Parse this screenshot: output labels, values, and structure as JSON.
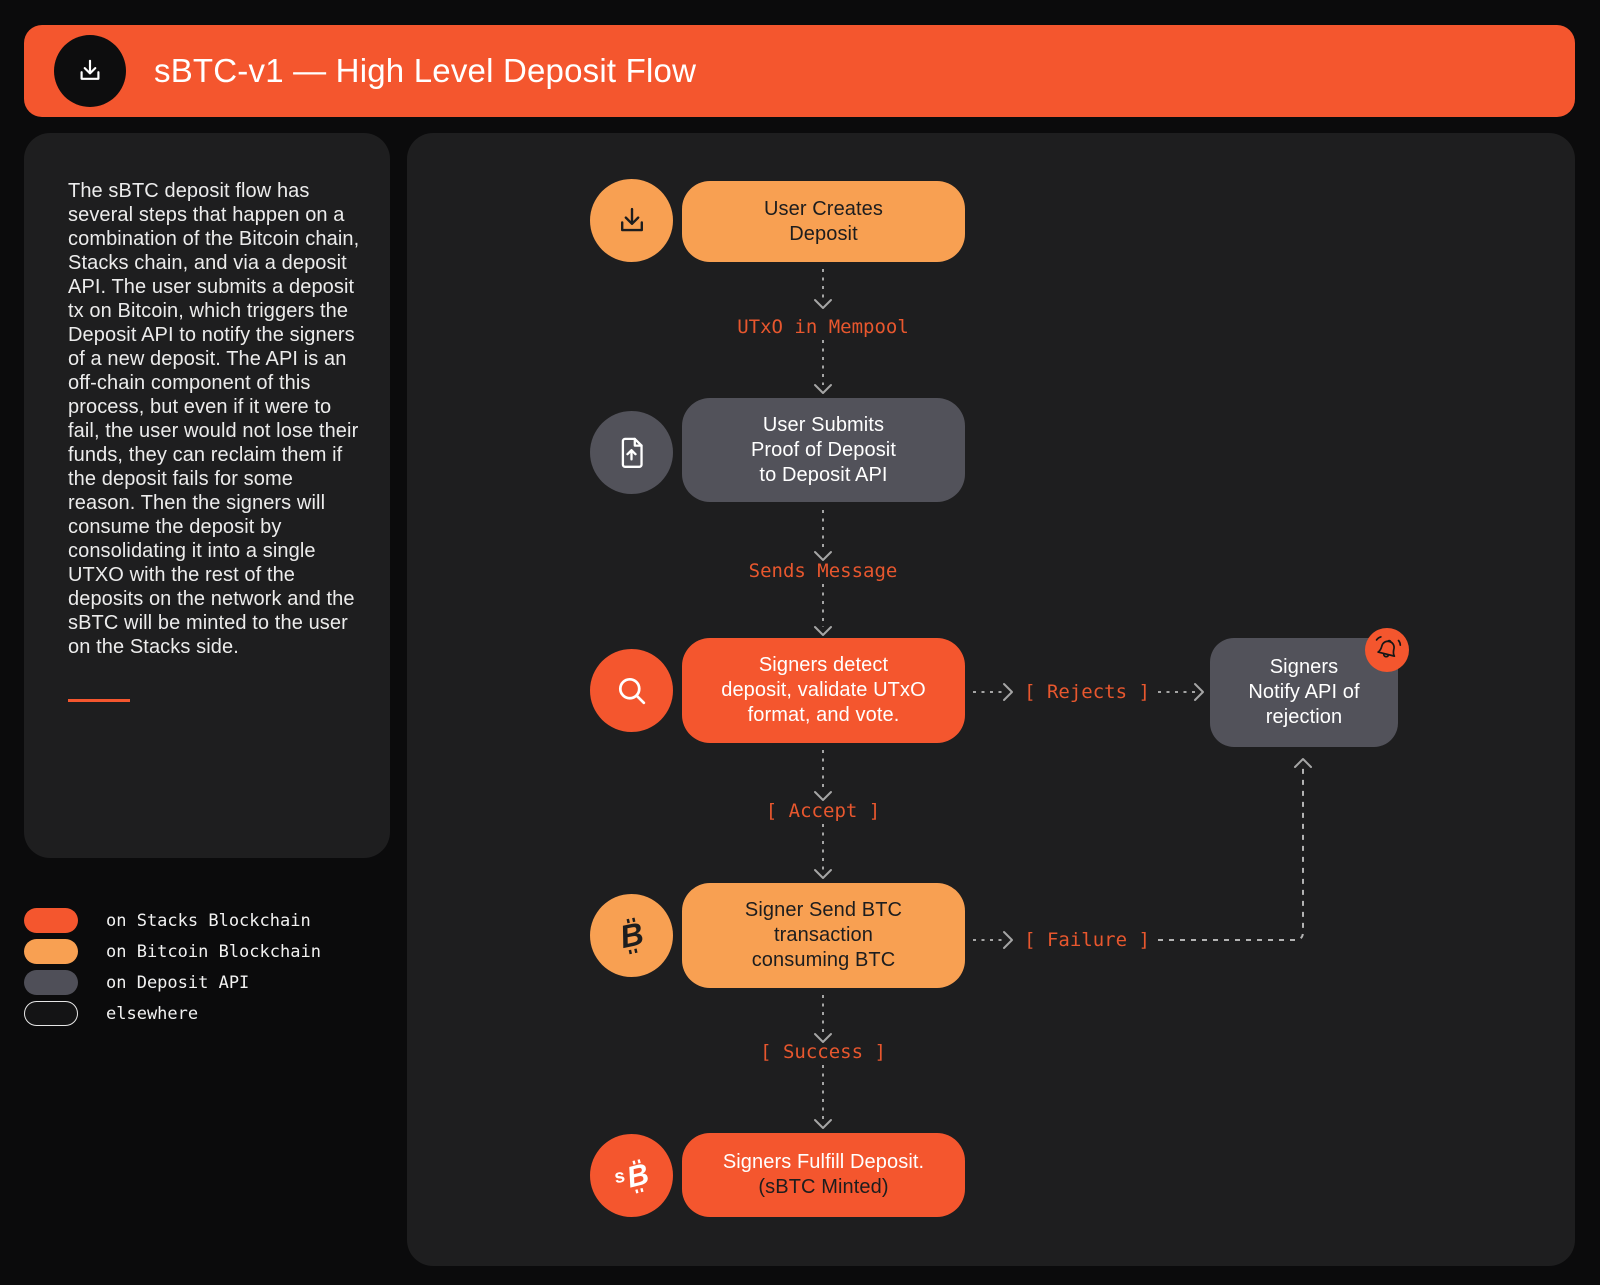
{
  "header": {
    "title": "sBTC-v1 — High Level Deposit Flow",
    "icon": "download-icon"
  },
  "sidebar": {
    "description": "The sBTC deposit flow has several steps that happen on a combination of the Bitcoin chain, Stacks chain, and via a deposit API. The user submits a deposit tx on Bitcoin, which triggers the Deposit API to notify the signers of a new deposit. The API is an off-chain component of this process, but even if it were to fail, the user would not lose their funds, they can reclaim them if the deposit fails for some reason. Then the signers will consume the deposit by consolidating it into a single UTXO with the rest of the deposits on the network and the sBTC will be minted to the user on the Stacks side."
  },
  "legend": {
    "items": [
      {
        "label": "on Stacks Blockchain",
        "color": "#f4562e",
        "style": "filled"
      },
      {
        "label": "on Bitcoin Blockchain",
        "color": "#f8a052",
        "style": "filled"
      },
      {
        "label": "on Deposit API",
        "color": "#4f4f58",
        "style": "filled"
      },
      {
        "label": "elsewhere",
        "color": "none",
        "style": "outlined"
      }
    ]
  },
  "flow": {
    "nodes": {
      "create": {
        "label": "User Creates\nDeposit",
        "icon": "download-icon",
        "zone": "on Bitcoin Blockchain"
      },
      "submit": {
        "label": "User Submits\nProof of Deposit\nto Deposit API",
        "icon": "file-upload-icon",
        "zone": "on Deposit API"
      },
      "validate": {
        "label": "Signers detect\ndeposit, validate UTxO\nformat, and vote.",
        "icon": "magnifier-icon",
        "zone": "on Stacks Blockchain"
      },
      "send_btc": {
        "label": "Signer Send BTC\ntransaction\nconsuming BTC",
        "icon": "bitcoin-icon",
        "zone": "on Bitcoin Blockchain"
      },
      "fulfill": {
        "line1": "Signers Fulfill Deposit.",
        "line2": "(sBTC Minted)",
        "icon": "sbtc-icon",
        "zone": "on Stacks Blockchain"
      },
      "notify_rejection": {
        "label": "Signers\nNotify API of\nrejection",
        "icon": "bell-icon",
        "zone": "on Deposit API"
      }
    },
    "edge_labels": {
      "utxo": "UTxO in Mempool",
      "sends": "Sends Message",
      "accept": "[ Accept ]",
      "success": "[ Success ]",
      "rejects": "[ Rejects ]",
      "failure": "[ Failure ]"
    }
  },
  "colors": {
    "stacks_orange": "#f4562e",
    "bitcoin_amber": "#f8a052",
    "deposit_api_gray": "#52525a",
    "edge_label_orange": "#e8572e",
    "panel_background": "#1e1e1f",
    "page_background": "#0b0b0c"
  }
}
